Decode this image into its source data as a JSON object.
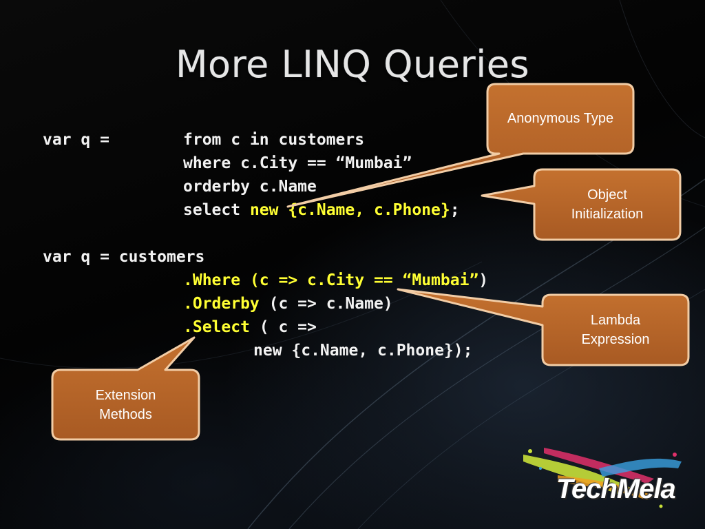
{
  "slide": {
    "title": "More LINQ Queries",
    "query_syntax": {
      "line1_prefix": "var q =",
      "line1_code": "from c in customers",
      "line2_code": "where c.City == “Mumbai”",
      "line3_code": "orderby c.Name",
      "line4_select": "select ",
      "line4_new": "new {c.Name, c.Phone}",
      "line4_end": ";"
    },
    "method_syntax": {
      "line1": "var q = customers",
      "where_kw": ".Where",
      "where_rest": " (c => c.City == “Mumbai”)",
      "where_highlight": "(c => c.City == “Mumbai”",
      "orderby_kw": ".Orderby",
      "orderby_rest": " (c => c.Name)",
      "select_kw": ".Select",
      "select_rest": " ( c =>",
      "new_line": "new {c.Name, c.Phone});"
    },
    "callouts": {
      "anonymous_type": "Anonymous Type",
      "object_init_1": "Object",
      "object_init_2": "Initialization",
      "lambda_1": "Lambda",
      "lambda_2": "Expression",
      "extension_1": "Extension",
      "extension_2": "Methods"
    },
    "logo": {
      "text": "TechMela"
    },
    "colors": {
      "code_text": "#f2f2f2",
      "keyword_highlight": "#ffff33",
      "callout_fill": "#b5662b",
      "callout_border": "#f0c9a0"
    }
  }
}
